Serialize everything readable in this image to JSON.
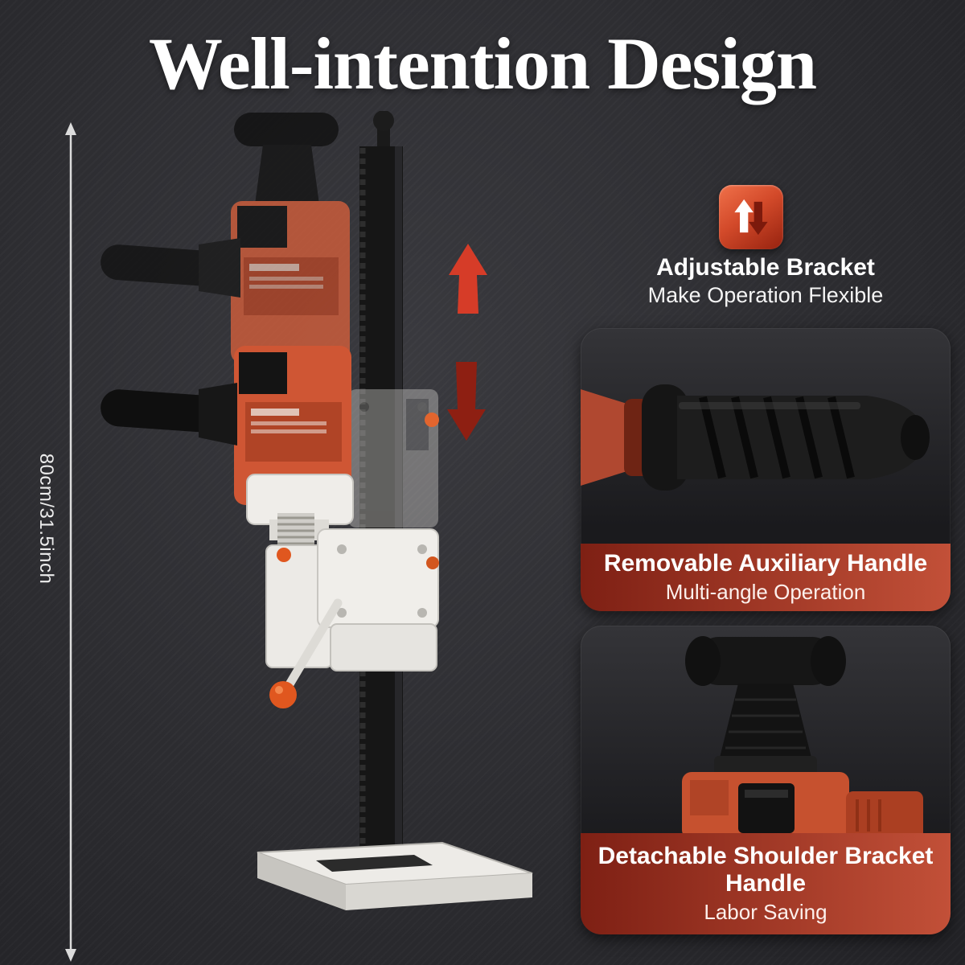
{
  "page": {
    "title": "Well-intention Design"
  },
  "dimension": {
    "label": "80cm/31.5inch",
    "icon": "vertical-double-arrow-line"
  },
  "features": {
    "adjustable_bracket": {
      "icon": "up-down-arrows-icon",
      "title": "Adjustable Bracket",
      "subtitle": "Make Operation Flexible"
    },
    "auxiliary_handle": {
      "title": "Removable Auxiliary Handle",
      "subtitle": "Multi-angle Operation",
      "visual": "black-side-handle-photo"
    },
    "shoulder_bracket": {
      "title": "Detachable Shoulder Bracket Handle",
      "subtitle": "Labor Saving",
      "visual": "shoulder-bracket-handle-photo"
    }
  },
  "product": {
    "visual": "core-drill-rig-on-stand",
    "motion_arrows": [
      "up",
      "down"
    ]
  },
  "colors": {
    "background_dark": "#2c2c30",
    "accent_red": "#c0392b",
    "band_gradient_start": "#7e2014",
    "band_gradient_end": "#c25038",
    "drill_orange": "#cf5634",
    "arrow_up_red": "#d63c28",
    "arrow_down_red": "#8e1f12"
  }
}
